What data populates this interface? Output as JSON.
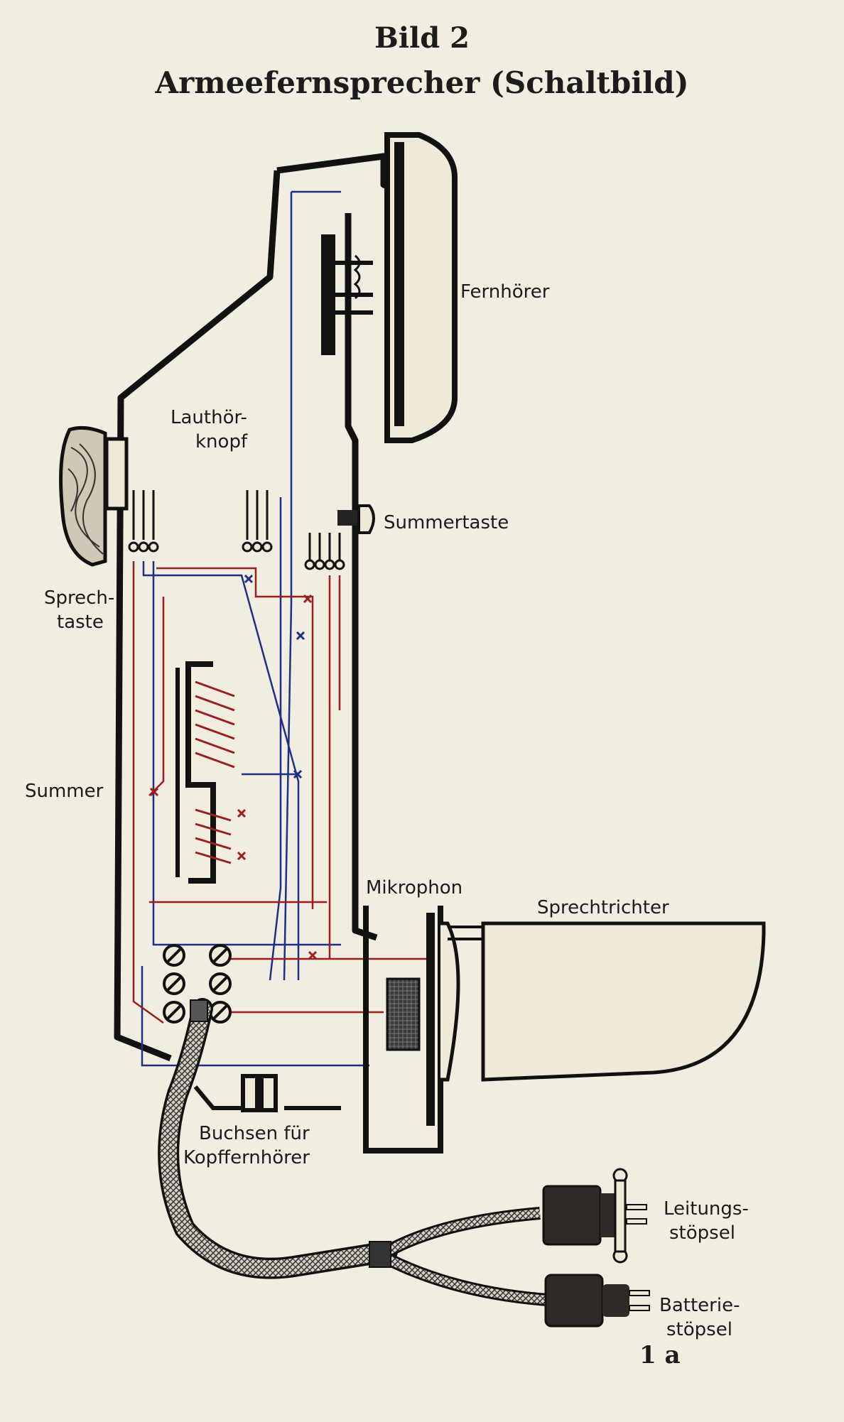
{
  "figure": {
    "number_label": "Bild 2",
    "title": "Armeefernsprecher (Schaltbild)"
  },
  "labels": {
    "fernhoerer": "Fernhörer",
    "lauthoerknopf_1": "Lauthör-",
    "lauthoerknopf_2": "knopf",
    "summertaste": "Summertaste",
    "sprechtaste_1": "Sprech-",
    "sprechtaste_2": "taste",
    "summer": "Summer",
    "mikrophon": "Mikrophon",
    "sprechtrichter": "Sprechtrichter",
    "buchsen_1": "Buchsen für",
    "buchsen_2": "Kopffernhörer",
    "leitungsstoepsel_1": "Leitungs-",
    "leitungsstoepsel_2": "stöpsel",
    "batteriestoepsel_1": "Batterie-",
    "batteriestoepsel_2": "stöpsel"
  },
  "page_number": "1 a",
  "colors": {
    "paper": "#f1ede1",
    "ink": "#1b1b1b",
    "wire_blue": "#1f2f86",
    "wire_red": "#9c1f1f"
  }
}
